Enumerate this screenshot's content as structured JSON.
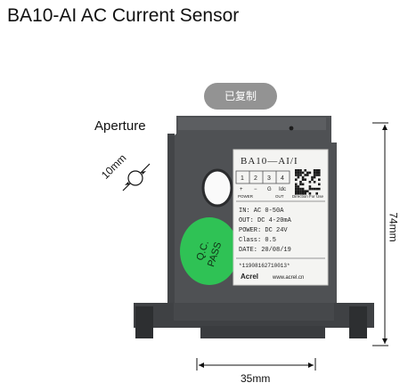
{
  "page": {
    "title": "BA10-AI AC Current Sensor"
  },
  "toast": {
    "text": "已复制"
  },
  "annotations": {
    "aperture": "Aperture",
    "aperture_diameter": "10mm",
    "height": "74mm",
    "width": "35mm"
  },
  "product_label": {
    "model": "BA10—AI/I",
    "terminals": [
      "1",
      "2",
      "3",
      "4"
    ],
    "terminal_signs": [
      "+",
      "−",
      "G",
      "Idc"
    ],
    "power_caption": "POWER",
    "out_caption": "OUT",
    "direction_caption": "Direction For Use",
    "spec_lines": [
      "IN: AC 0-50A",
      "OUT: DC 4-20mA",
      "POWER: DC 24V",
      "Class: 0.5",
      "DATE: 20/08/19"
    ],
    "serial": "*11908162710013*",
    "brand": "Acrel",
    "website": "www.acrel.cn"
  },
  "qc_sticker": {
    "line1": "Q.C.",
    "line2": "PASS"
  },
  "colors": {
    "body": "#4f5154",
    "label": "#f4f4f2",
    "sticker": "#2fc255"
  }
}
